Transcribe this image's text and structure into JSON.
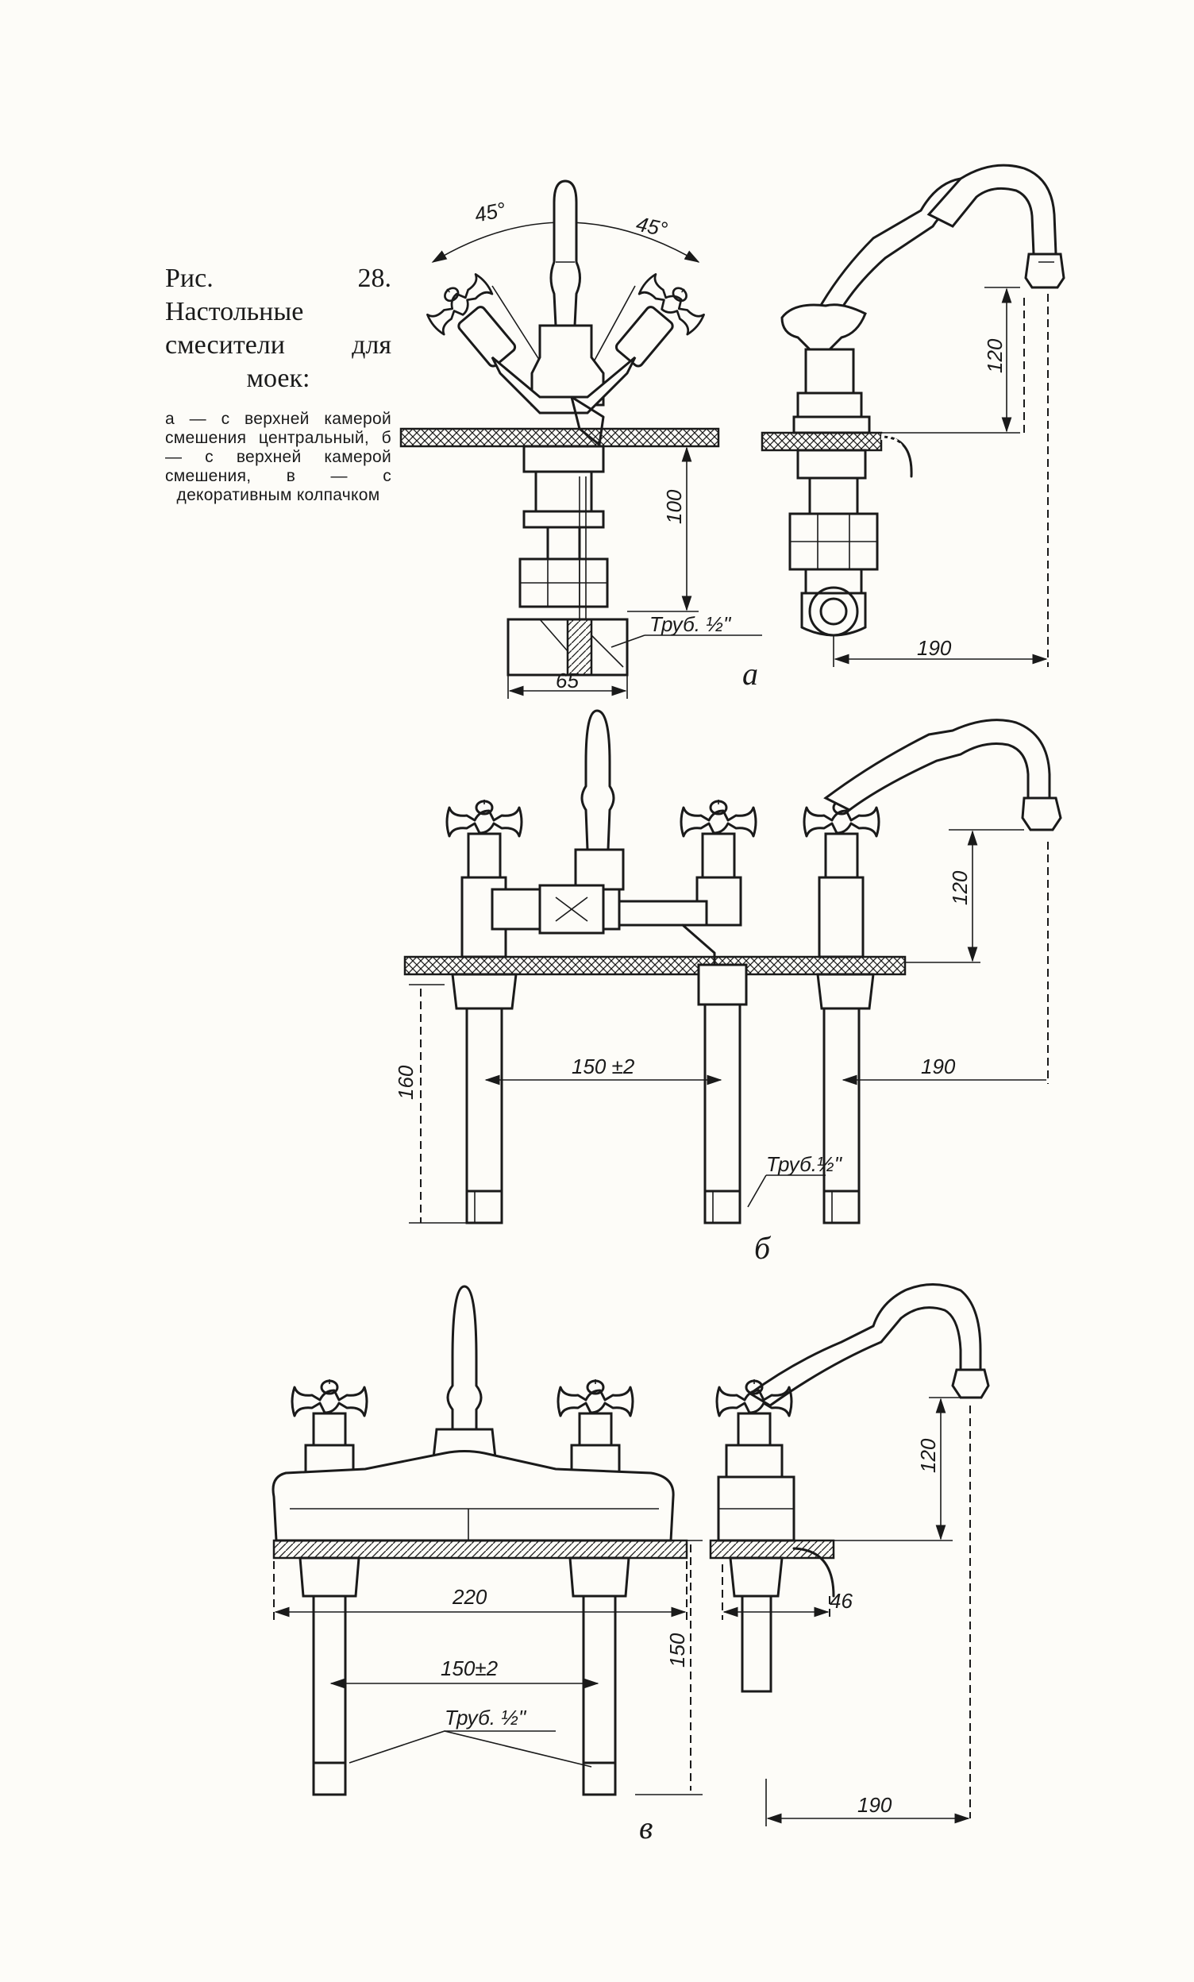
{
  "caption": {
    "title": "Рис. 28. Настольные смесители для моек:",
    "description": "а — с верхней камерой смешения центральный, б — с верхней камерой смешения, в — с декоративным колпачком"
  },
  "figure_a": {
    "label": "а",
    "angle_left": "45°",
    "angle_right": "45°",
    "dim_height_left": "100",
    "dim_width": "65",
    "pipe_note": "Труб. ½\"",
    "dim_spout_height": "120",
    "dim_reach": "190"
  },
  "figure_b": {
    "label": "б",
    "dim_height": "160",
    "dim_spacing": "150 ±2",
    "dim_reach": "190",
    "dim_spout_height": "120",
    "pipe_note": "Труб.½\""
  },
  "figure_v": {
    "label": "в",
    "dim_width": "220",
    "dim_spacing": "150±2",
    "pipe_note": "Труб. ½\"",
    "dim_height": "150",
    "dim_spout_height": "120",
    "dim_offset": "46",
    "dim_reach": "190"
  }
}
